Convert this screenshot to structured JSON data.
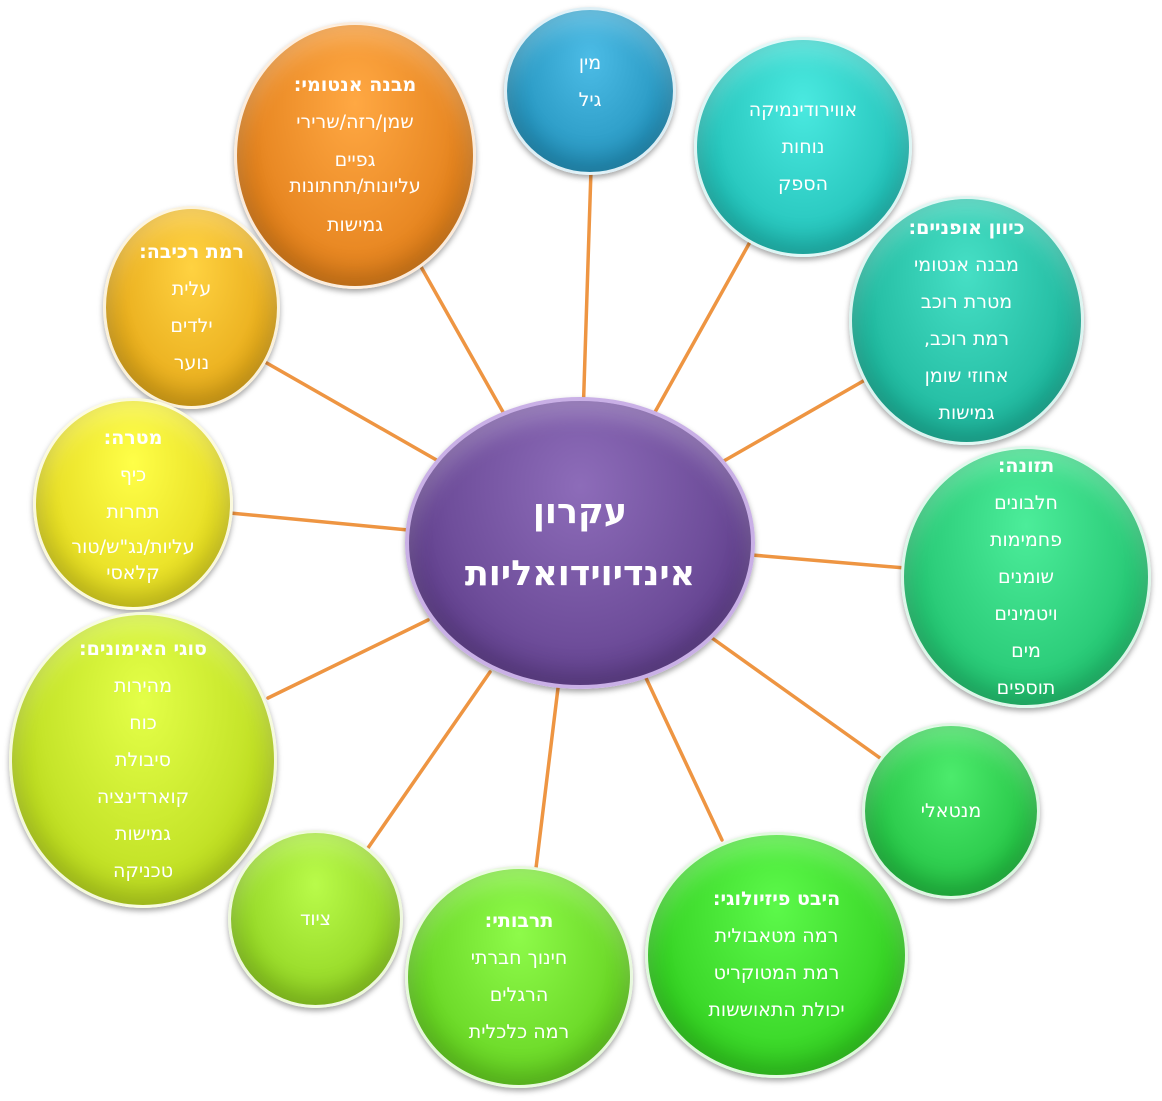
{
  "hub": {
    "lines": [
      "עקרון",
      "אינדיוידואליות"
    ],
    "color": "#6f4e9b"
  },
  "bubbles": {
    "gender_age": {
      "lines": [
        "מין",
        "גיל"
      ],
      "color": "#2e9ec8"
    },
    "anatomy": {
      "title": "מבנה אנטומי:",
      "lines": [
        "שמן/רזה/שרירי",
        "גפיים",
        "עליונות/תחתונות",
        "גמישות"
      ],
      "color": "#ea8a25"
    },
    "aero": {
      "lines": [
        "אווירודינמיקה",
        "נוחות",
        "הספק"
      ],
      "color": "#2ccbc2"
    },
    "riding_level": {
      "title": "רמת רכיבה:",
      "lines": [
        "עלית",
        "ילדים",
        "נוער"
      ],
      "color": "#edb423"
    },
    "bike_fit": {
      "title": "כיוון אופניים:",
      "lines": [
        "מבנה אנטומי",
        "מטרת רוכב",
        "רמת רוכב,",
        "אחוזי שומן",
        "גמישות"
      ],
      "color": "#28c1a7"
    },
    "goal": {
      "title": "מטרה:",
      "lines": [
        "כיף",
        "תחרות",
        "עליות/נג\"ש/טור קלאסי"
      ],
      "color": "#ebe32a"
    },
    "nutrition": {
      "title": "תזונה:",
      "lines": [
        "חלבונים",
        "פחמימות",
        "שומנים",
        "ויטמינים",
        "מים",
        "תוספים"
      ],
      "color": "#2ecf7c"
    },
    "training_types": {
      "title": "סוגי האימונים:",
      "lines": [
        "מהירות",
        "כוח",
        "סיבולת",
        "קוארדינציה",
        "גמישות",
        "טכניקה"
      ],
      "color": "#c6e52a"
    },
    "mental": {
      "lines": [
        "מנטאלי"
      ],
      "color": "#2ecd4e"
    },
    "equipment": {
      "lines": [
        "ציוד"
      ],
      "color": "#9bdd2c"
    },
    "culture": {
      "title": "תרבותי:",
      "lines": [
        "חינוך חברתי",
        "הרגלים",
        "רמה כלכלית"
      ],
      "color": "#70dd2c"
    },
    "physiology": {
      "title": "היבט פיזיולוגי:",
      "lines": [
        "רמה מטאבולית",
        "רמת המטוקריט",
        "יכולת התאוששות"
      ],
      "color": "#3edb2c"
    }
  },
  "connector_color": "#ee9542"
}
